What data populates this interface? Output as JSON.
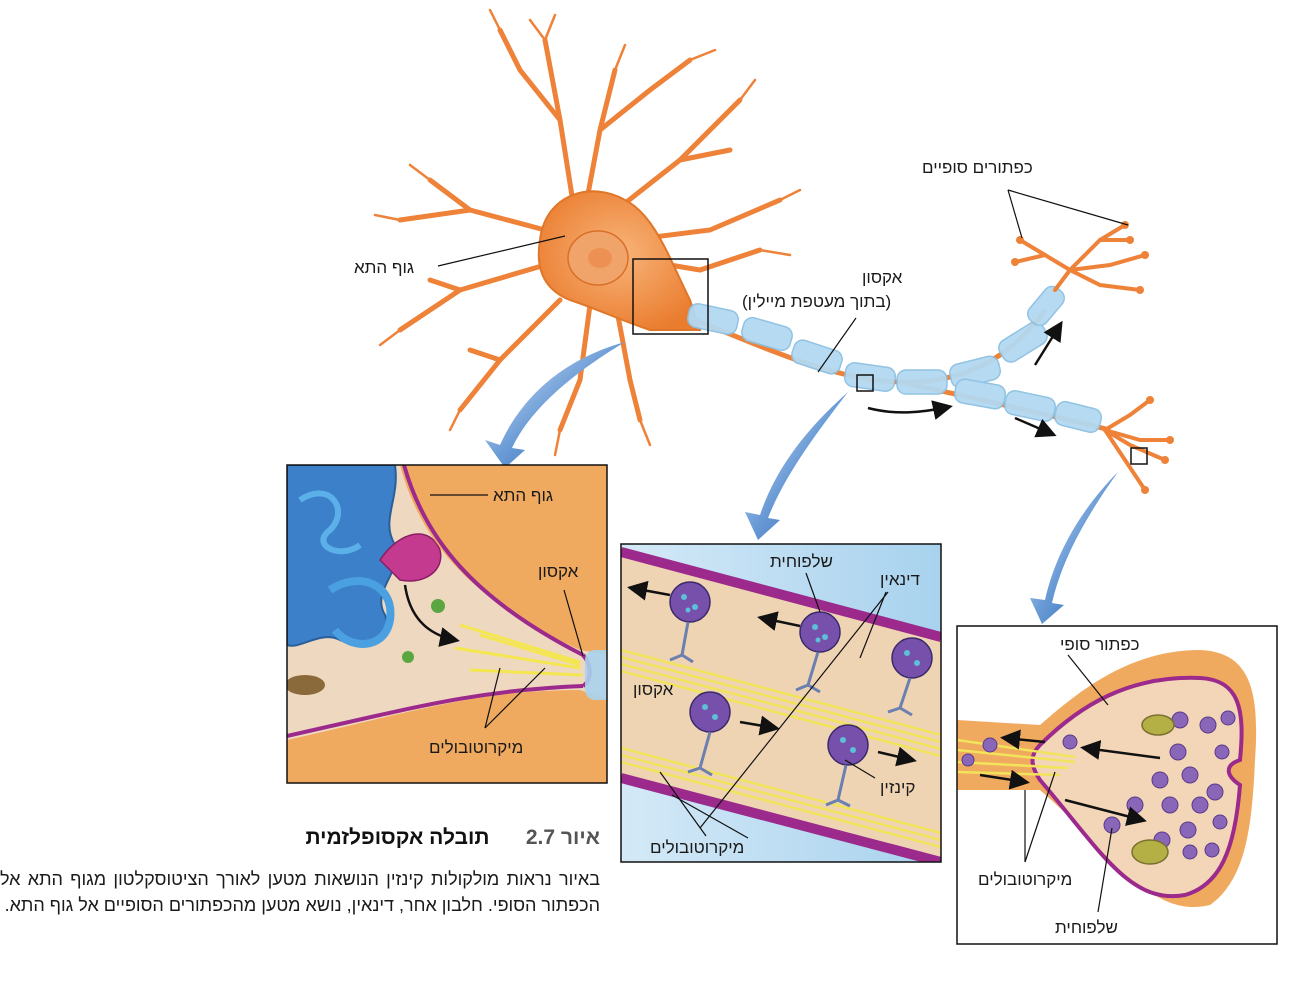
{
  "labels": {
    "cell_body_top": "גוף התא",
    "axon_main": "אקסון",
    "axon_main_note": "(בתוך מעטפת מיילין)",
    "terminals_top": "כפתורים סופיים",
    "inset1_cell_body": "גוף התא",
    "inset1_axon": "אקסון",
    "inset1_microtubules": "מיקרוטובולים",
    "inset2_vesicle": "שלפוחית",
    "inset2_dynein": "דינאין",
    "inset2_axon": "אקסון",
    "inset2_kinesin": "קינזין",
    "inset2_microtubules": "מיקרוטובולים",
    "inset3_terminal": "כפתור סופי",
    "inset3_microtubules": "מיקרוטובולים",
    "inset3_vesicle": "שלפוחית"
  },
  "caption": {
    "figure_number": "איור 2.7",
    "title": "תובלה אקסופלזמית",
    "text": "באיור נראות מולקולות קינזין הנושאות מטען לאורך הציטוסקלטון מגוף התא אל הכפתור הסופי. חלבון אחר, דינאין, נושא מטען מהכפתורים הסופיים אל גוף התא."
  },
  "colors": {
    "neuron": "#f0873a",
    "myelin": "#a9d3ee",
    "membrane": "#9b2a8c",
    "cytoplasm": "#f3d6b8",
    "microtubule": "#f2e45a",
    "vesicle": "#7a4fa6",
    "arrow_blue": "#2f6db5"
  }
}
